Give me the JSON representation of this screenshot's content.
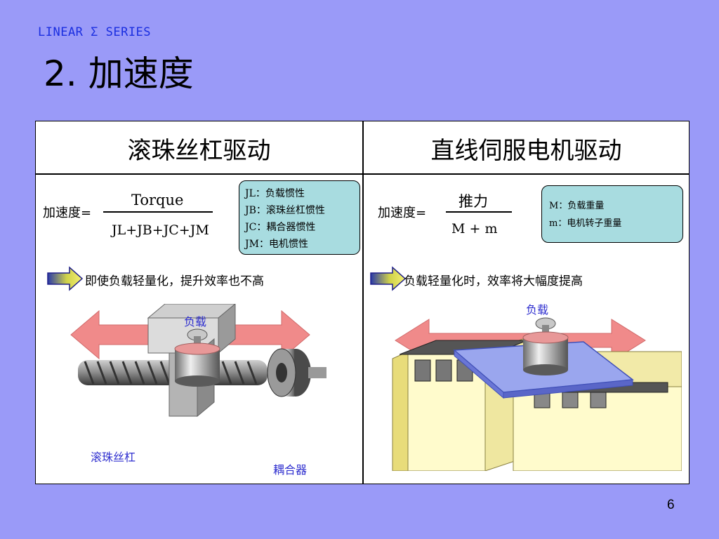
{
  "header": {
    "series": "LINEAR Σ SERIES",
    "title": "2. 加速度",
    "page_number": "6"
  },
  "left": {
    "heading": "滚珠丝杠驱动",
    "formula_label": "加速度=",
    "numerator": "Torque",
    "denominator": "JL+JB+JC+JM",
    "legend": [
      {
        "sym": "JL",
        "desc": "负载惯性"
      },
      {
        "sym": "JB",
        "desc": "滚珠丝杠惯性"
      },
      {
        "sym": "JC",
        "desc": "耦合器惯性"
      },
      {
        "sym": "JM",
        "desc": "电机惯性"
      }
    ],
    "conclusion": "即使负载轻量化，提升效率也不高",
    "labels": {
      "load": "负载",
      "ballscrew": "滚珠丝杠",
      "coupling": "耦合器"
    }
  },
  "right": {
    "heading": "直线伺服电机驱动",
    "formula_label": "加速度=",
    "numerator": "推力",
    "denominator": "M + m",
    "legend": [
      {
        "sym": "M",
        "desc": "负载重量"
      },
      {
        "sym": "m",
        "desc": "电机转子重量"
      }
    ],
    "conclusion": "负载轻量化时，效率将大幅度提高",
    "labels": {
      "load": "负载"
    }
  }
}
